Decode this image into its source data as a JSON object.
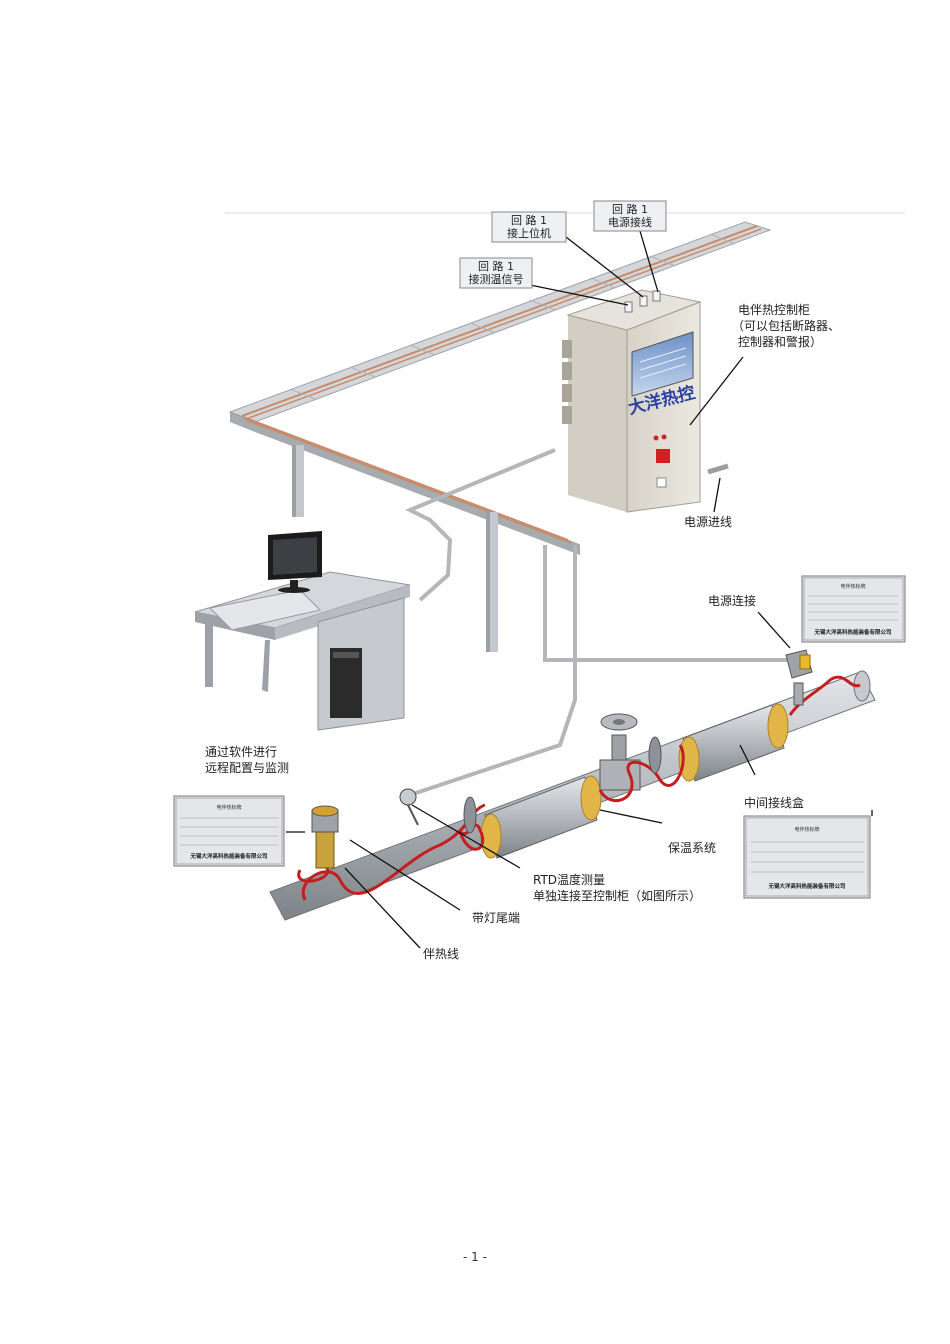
{
  "callouts": {
    "loop1_power": [
      "回 路 1",
      "电源接线"
    ],
    "loop1_host": [
      "回 路 1",
      "接上位机"
    ],
    "loop1_temp": [
      "回 路 1",
      "接测温信号"
    ],
    "cabinet": [
      "电伴热控制柜",
      "（可以包括断路器、",
      "控制器和警报）"
    ],
    "power_in": "电源进线",
    "power_connect": "电源连接",
    "remote": [
      "通过软件进行",
      "远程配置与监测"
    ],
    "junction_box": "中间接线盒",
    "insulation": "保温系统",
    "rtd": [
      "RTD温度测量",
      "单独连接至控制柜（如图所示）"
    ],
    "end_light": "带灯尾端",
    "heat_cable": "伴热线"
  },
  "cabinet_brand": "大洋热控",
  "nameplate": {
    "title": "电伴热标牌",
    "company": "无锡大洋高科热能装备有限公司"
  },
  "footer": "- 1 -",
  "colors": {
    "cable": "#c41e1e",
    "pipe": "#a9adb3",
    "tray": "#c9cdd1",
    "accent": "#e6b84a"
  }
}
